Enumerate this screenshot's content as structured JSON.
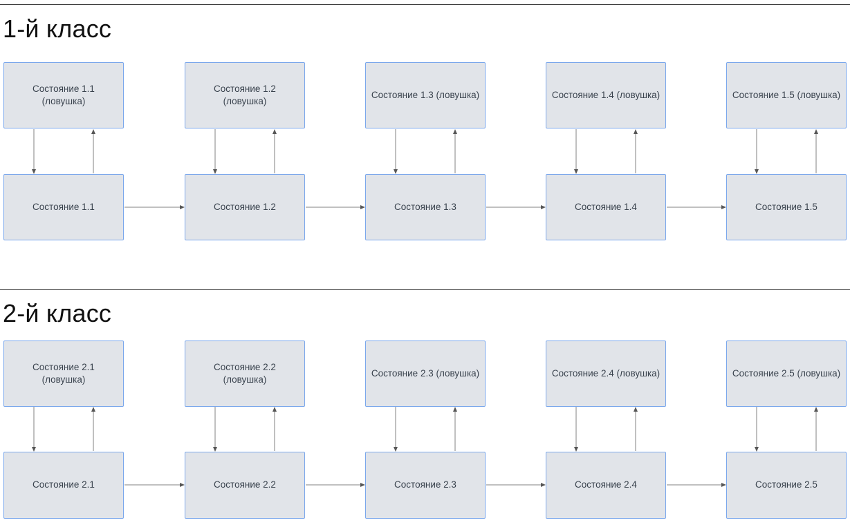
{
  "colors": {
    "background": "#ffffff",
    "title_text": "#111111",
    "divider": "#3f3f3f",
    "node_fill": "#e1e4e9",
    "node_border": "#7aa7ec",
    "node_text": "#39424d",
    "arrow": "#828282",
    "arrowhead": "#565656"
  },
  "sections": [
    {
      "title": "1-й класс",
      "states": [
        {
          "label": "Состояние 1.1",
          "trap_label": "Состояние 1.1\n(ловушка)"
        },
        {
          "label": "Состояние 1.2",
          "trap_label": "Состояние 1.2\n(ловушка)"
        },
        {
          "label": "Состояние 1.3",
          "trap_label": "Состояние 1.3 (ловушка)"
        },
        {
          "label": "Состояние 1.4",
          "trap_label": "Состояние 1.4 (ловушка)"
        },
        {
          "label": "Состояние 1.5",
          "trap_label": "Состояние 1.5 (ловушка)"
        }
      ]
    },
    {
      "title": "2-й класс",
      "states": [
        {
          "label": "Состояние 2.1",
          "trap_label": "Состояние 2.1\n(ловушка)"
        },
        {
          "label": "Состояние 2.2",
          "trap_label": "Состояние 2.2\n(ловушка)"
        },
        {
          "label": "Состояние 2.3",
          "trap_label": "Состояние 2.3 (ловушка)"
        },
        {
          "label": "Состояние 2.4",
          "trap_label": "Состояние 2.4 (ловушка)"
        },
        {
          "label": "Состояние 2.5",
          "trap_label": "Состояние 2.5 (ловушка)"
        }
      ]
    }
  ]
}
